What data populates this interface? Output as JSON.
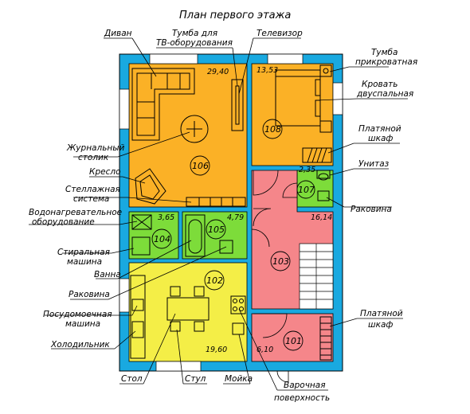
{
  "title": "План первого этажа",
  "colors": {
    "wall": "#19a9e0",
    "living": "#fbb126",
    "bedroom": "#fbb126",
    "bathroom": "#7ddc3a",
    "hall": "#f5868a",
    "wardrobe": "#f5868a",
    "kitchen": "#f4ee47",
    "window": "#ffffff"
  },
  "rooms": [
    {
      "id": "106",
      "area": "29,40"
    },
    {
      "id": "108",
      "area": "13,53"
    },
    {
      "id": "107",
      "area": "2,35"
    },
    {
      "id": "103",
      "area": "16,14"
    },
    {
      "id": "104",
      "area": "3,65"
    },
    {
      "id": "105",
      "area": "4,79"
    },
    {
      "id": "102",
      "area": "19,60"
    },
    {
      "id": "101",
      "area": "6,10"
    }
  ],
  "labels": {
    "sofa": "Диван",
    "tv_stand_1": "Тумба для",
    "tv_stand_2": "ТВ-оборудования",
    "tv": "Телевизор",
    "nightstand_1": "Тумба",
    "nightstand_2": "прикроватная",
    "bed_1": "Кровать",
    "bed_2": "двуспальная",
    "wardrobe_1": "Платяной",
    "wardrobe_2": "шкаф",
    "toilet": "Унитаз",
    "sink_107": "Раковина",
    "coffee_table_1": "Журнальный",
    "coffee_table_2": "столик",
    "armchair": "Кресло",
    "shelving_1": "Стеллажная",
    "shelving_2": "система",
    "water_heater_1": "Водонагревательное",
    "water_heater_2": "оборудование",
    "washer_1": "Стиральная",
    "washer_2": "машина",
    "bathtub": "Ванна",
    "sink_105": "Раковина",
    "dishwasher_1": "Посудомоечная",
    "dishwasher_2": "машина",
    "fridge": "Холодильник",
    "table": "Стол",
    "chair": "Стул",
    "kitchen_sink": "Мойка",
    "hob_1": "Варочная",
    "hob_2": "поверхность",
    "wardrobe2_1": "Платяной",
    "wardrobe2_2": "шкаф"
  }
}
